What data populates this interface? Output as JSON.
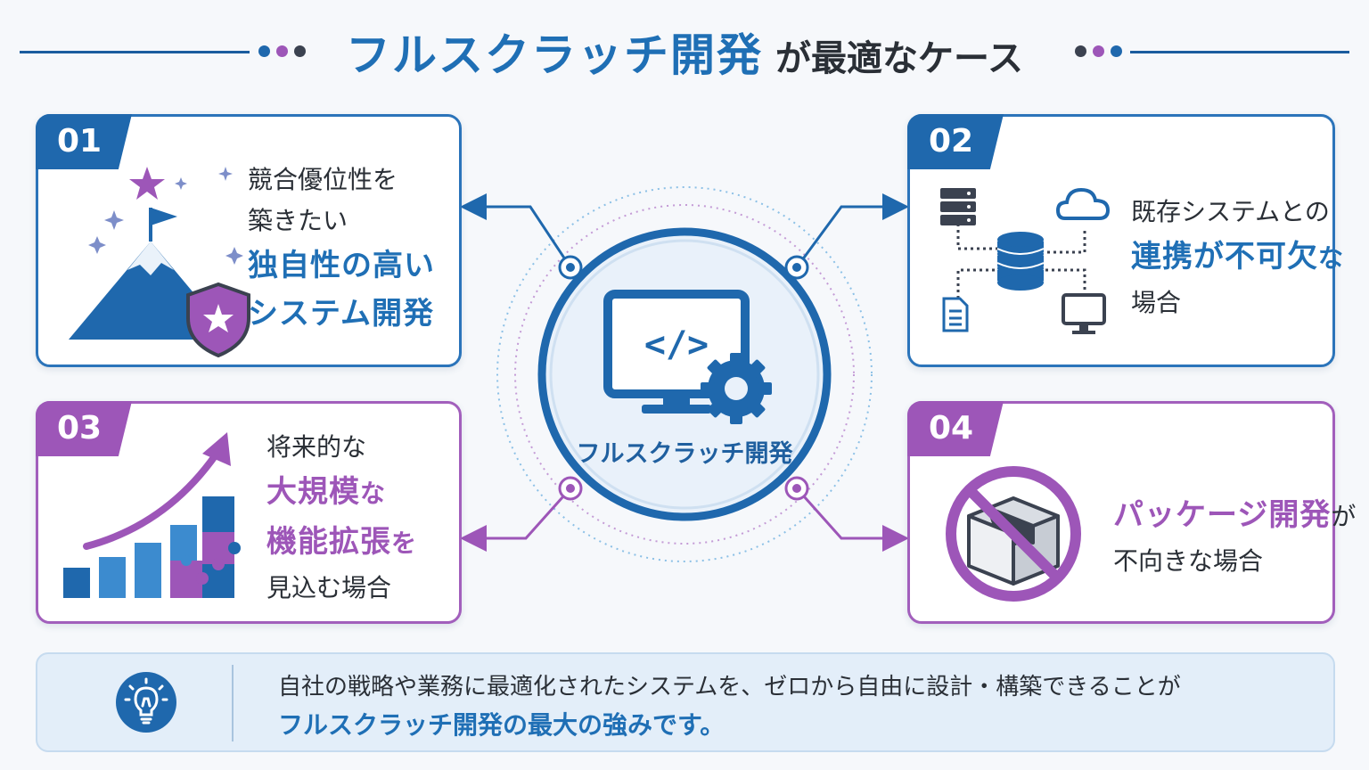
{
  "title": {
    "main": "フルスクラッチ開発",
    "suffix": "が最適なケース"
  },
  "center": {
    "label": "フルスクラッチ開発"
  },
  "cards": [
    {
      "number": "01",
      "line1": "競合優位性を",
      "line2": "築きたい",
      "highlight1": "独自性の高い",
      "highlight2": "システム開発"
    },
    {
      "number": "02",
      "line1": "既存システムとの",
      "highlight": "連携が不可欠",
      "highlight_suffix": "な",
      "line3": "場合"
    },
    {
      "number": "03",
      "line1": "将来的な",
      "highlight1": "大規模",
      "highlight1_suffix": "な",
      "highlight2": "機能拡張",
      "highlight2_suffix": "を",
      "line4": "見込む場合"
    },
    {
      "number": "04",
      "highlight": "パッケージ開発",
      "highlight_suffix": "が",
      "line2": "不向きな場合"
    }
  ],
  "footer": {
    "line1": "自社の戦略や業務に最適化されたシステムを、ゼロから自由に設計・構築できることが",
    "line2": "フルスクラッチ開発の最大の強みです。"
  },
  "icons": {
    "card1": "mountain-flag-shield-icon",
    "card2": "database-network-icon",
    "card3": "growth-chart-puzzle-icon",
    "card4": "no-package-icon",
    "center": "monitor-code-gear-icon",
    "footer": "lightbulb-icon"
  },
  "colors": {
    "blue": "#1f6fb5",
    "purple": "#9d56b8",
    "dark": "#2a2f36"
  }
}
